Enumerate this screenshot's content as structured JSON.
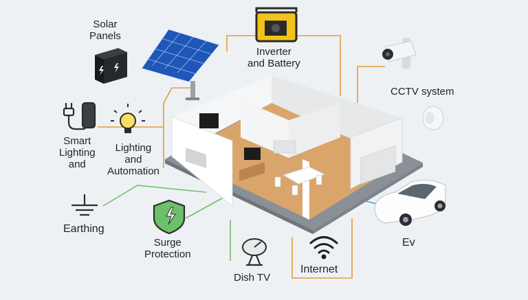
{
  "labels": {
    "solar_panels": [
      "Solar",
      "Panels"
    ],
    "inverter_battery": [
      "Inverter",
      "and Battery"
    ],
    "cctv": "CCTV system",
    "smart_lighting": [
      "Smart",
      "Lighting",
      "and"
    ],
    "lighting_automation": [
      "Lighting",
      "and",
      "Automation"
    ],
    "earthing": "Earthing",
    "surge_protection": [
      "Surge",
      "Protection"
    ],
    "dish_tv": "Dish TV",
    "internet": "Internet",
    "ev": "Ev"
  },
  "colors": {
    "background": "#eef1f3",
    "connector_orange": "#e59a3c",
    "connector_green": "#6fbf6a",
    "connector_blue": "#4aa3d8",
    "shield_green": "#6cc06a",
    "generator_yellow": "#f2c41a",
    "floor_wood": "#d9a56b"
  },
  "icons": [
    "battery-box-icon",
    "solar-panel-icon",
    "generator-icon",
    "cctv-camera-icon",
    "smoke-detector-icon",
    "plug-icon",
    "light-bulb-icon",
    "earthing-icon",
    "shield-bolt-icon",
    "satellite-dish-icon",
    "wifi-icon",
    "car-icon"
  ]
}
